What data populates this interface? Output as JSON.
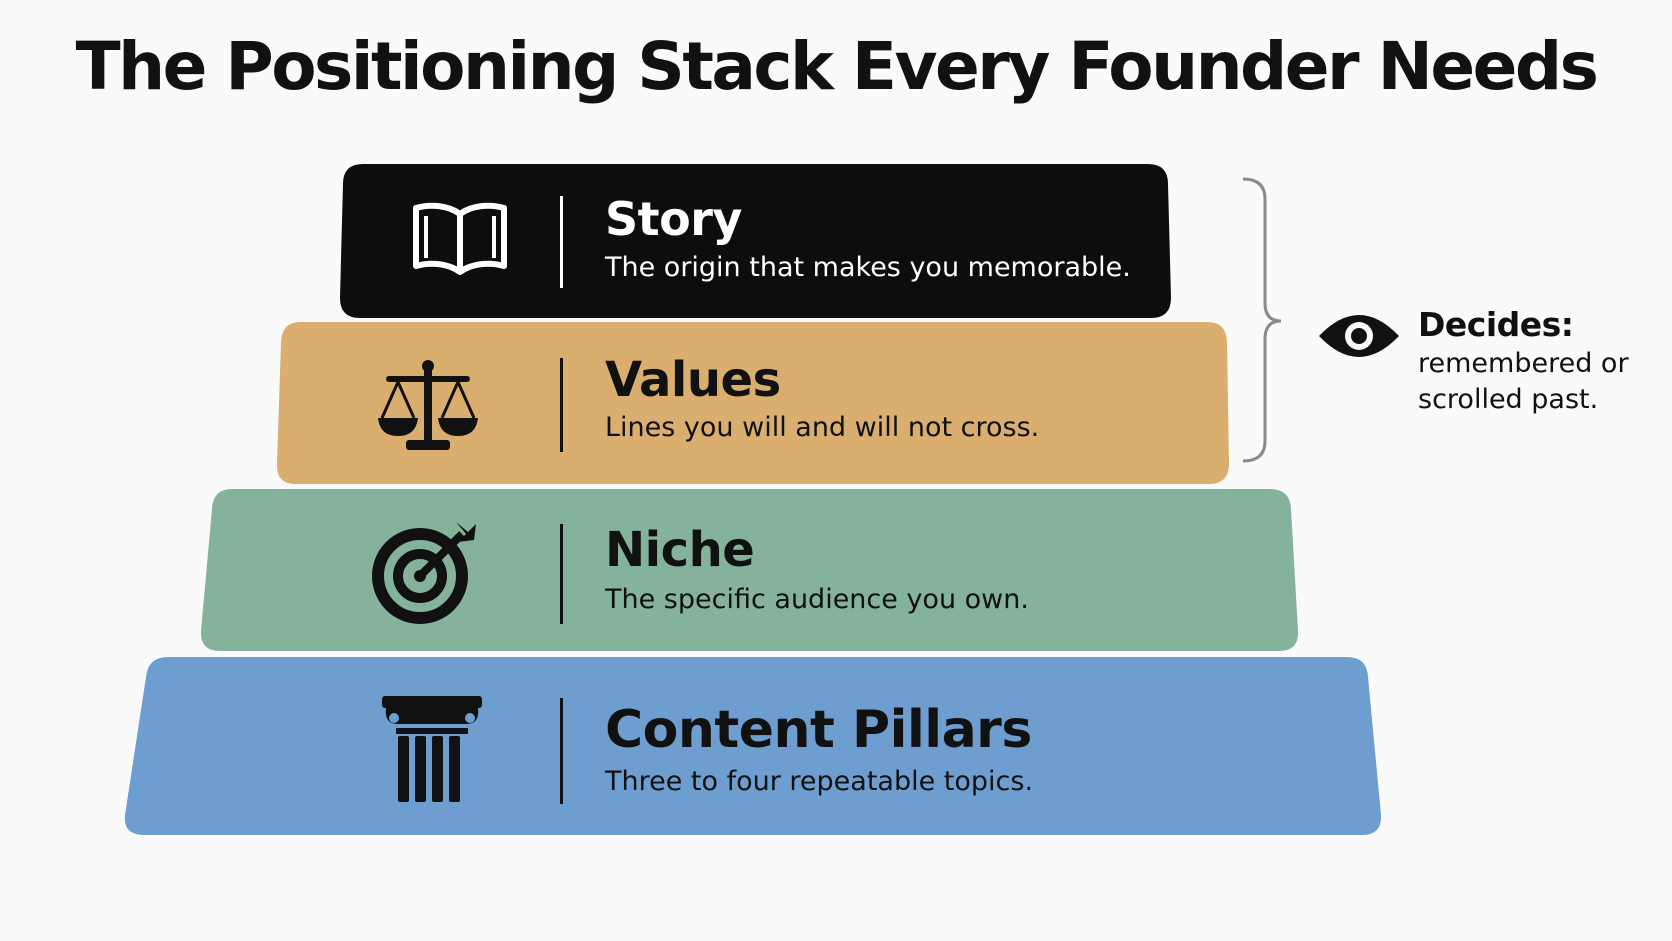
{
  "title": "The Positioning Stack Every Founder Needs",
  "layers": [
    {
      "name": "Story",
      "description": "The origin that makes you memorable.",
      "icon": "open-book-icon",
      "color": "#0d0d0d",
      "text_color": "#ffffff"
    },
    {
      "name": "Values",
      "description": "Lines you will and will not cross.",
      "icon": "balance-scale-icon",
      "color": "#d9ae6f",
      "text_color": "#111111"
    },
    {
      "name": "Niche",
      "description": "The specific audience you own.",
      "icon": "target-arrow-icon",
      "color": "#84b29b",
      "text_color": "#111111"
    },
    {
      "name": "Content Pillars",
      "description": "Three to four repeatable topics.",
      "icon": "column-pillar-icon",
      "color": "#6e9ecf",
      "text_color": "#111111"
    }
  ],
  "callout": {
    "icon": "eye-icon",
    "title": "Decides:",
    "body": "remembered or scrolled past."
  }
}
